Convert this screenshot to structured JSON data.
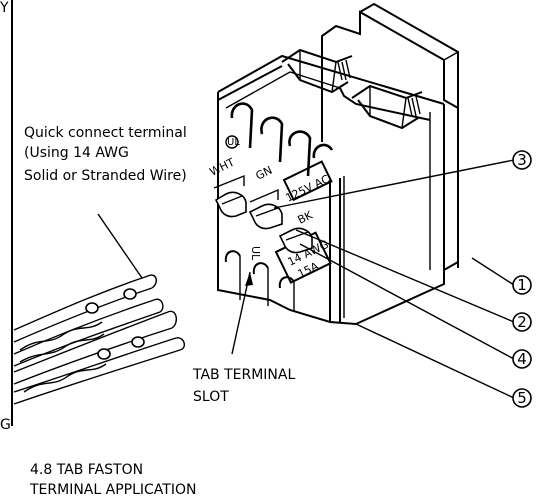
{
  "fragments": {
    "top_left": "Y",
    "bottom_left": "G"
  },
  "labels": {
    "quick_connect_1": "Quick connect terminal",
    "quick_connect_2": "(Using 14 AWG",
    "quick_connect_3": "Solid or Stranded Wire)",
    "tab_slot_1": "TAB  TERMINAL",
    "tab_slot_2": "SLOT",
    "caption_1": "4.8 TAB FASTON",
    "caption_2": "TERMINAL APPLICATION"
  },
  "markings": {
    "wht": "WHT",
    "gn": "GN",
    "bk": "BK",
    "voltage": "125V AC",
    "gauge": "14 AWG",
    "amps": "15A",
    "ul": "UL"
  },
  "callouts": [
    "1",
    "2",
    "3",
    "4",
    "5"
  ]
}
